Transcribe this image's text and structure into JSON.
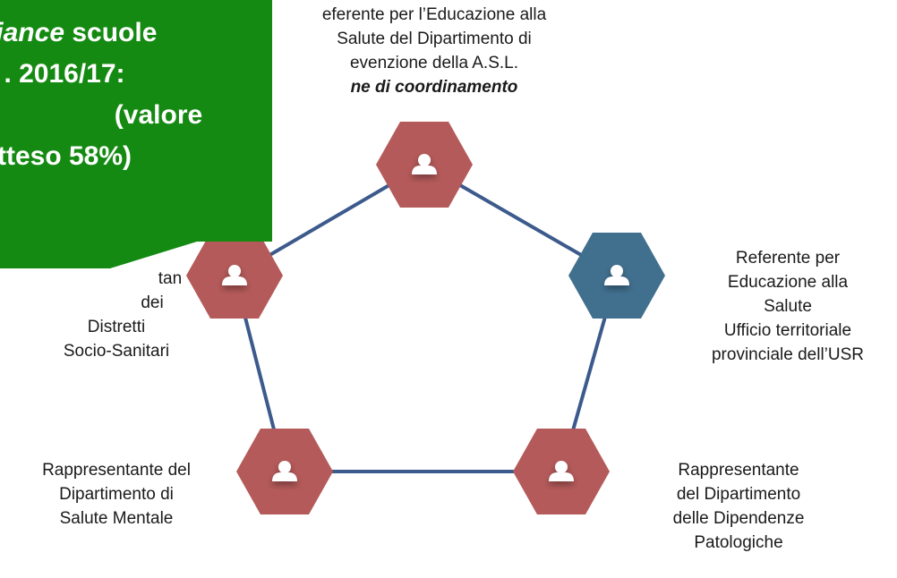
{
  "colors": {
    "hexagon_red": "#b55a5a",
    "hexagon_blue": "#41708f",
    "edge": "#3c5a8c",
    "callout": "#148a12",
    "icon": "#ffffff"
  },
  "icons": {
    "node": "person-icon"
  },
  "nodes": {
    "top": {
      "color": "red",
      "label": [
        "eferente per l’Educazione alla",
        "Salute del Dipartimento di",
        "evenzione della A.S.L."
      ],
      "emphasis": "ne di coordinamento"
    },
    "left": {
      "color": "red",
      "label": [
        "tan",
        "dei",
        "Distretti",
        "Socio-Sanitari"
      ]
    },
    "right": {
      "color": "blue",
      "label": [
        "Referente per",
        "Educazione alla",
        "Salute",
        "Ufficio territoriale",
        "provinciale dell’USR"
      ]
    },
    "bottom_left": {
      "color": "red",
      "label": [
        "Rappresentante del",
        "Dipartimento di",
        "Salute Mentale"
      ]
    },
    "bottom_right": {
      "color": "red",
      "label": [
        "Rappresentante",
        "del Dipartimento",
        "delle Dipendenze",
        "Patologiche"
      ]
    }
  },
  "callout": {
    "line1_italic": "pliance",
    "line1_rest": " scuole",
    "line2": ". 2016/17:",
    "line3": "(valore",
    "line4": "tteso 58%)"
  }
}
